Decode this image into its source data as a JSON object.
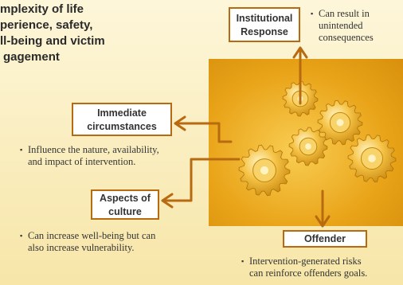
{
  "title": {
    "lines": [
      "mplexity of life",
      "perience, safety,",
      "ll-being and victim",
      "gagement"
    ]
  },
  "boxes": {
    "institutional": {
      "line1": "Institutional",
      "line2": "Response"
    },
    "immediate": {
      "line1": "Immediate",
      "line2": "circumstances"
    },
    "culture": {
      "line1": "Aspects of",
      "line2": "culture"
    },
    "offender": {
      "label": "Offender"
    }
  },
  "bullets": {
    "institutional": [
      "Can result in",
      "unintended",
      "consequences"
    ],
    "immediate": [
      "Influence the nature, availability,",
      "and impact of intervention."
    ],
    "culture": [
      "Can increase well-being but can",
      "also increase vulnerability."
    ],
    "offender": [
      "Intervention-generated risks",
      "can reinforce offenders goals."
    ]
  },
  "icons": {
    "bullet": "▪",
    "gears": "gears-illustration"
  },
  "colors": {
    "arrow": "#b86a10",
    "box_border": "#b86a10",
    "gear": "#f5b52a",
    "background_top": "#fdf6d9",
    "background_bottom": "#f7e6a8"
  }
}
